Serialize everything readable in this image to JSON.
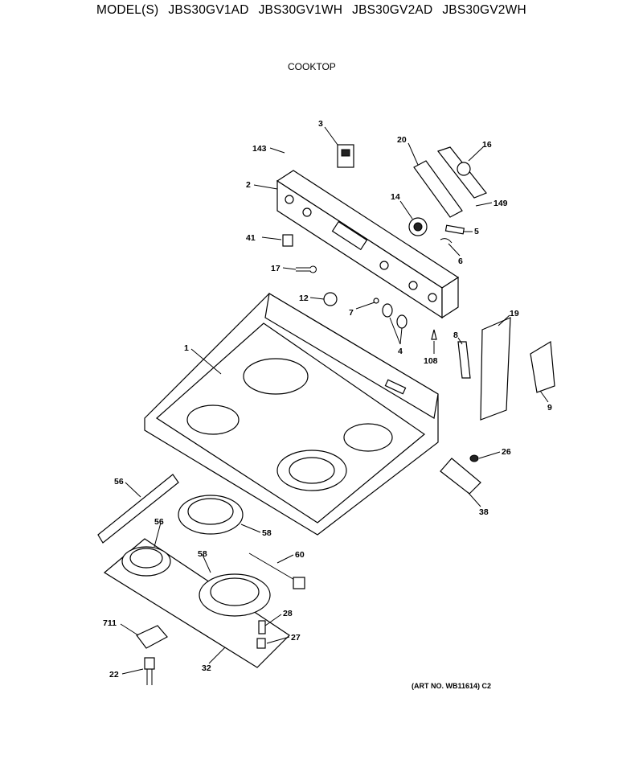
{
  "header": {
    "prefix": "MODEL(S)",
    "models": [
      "JBS30GV1AD",
      "JBS30GV1WH",
      "JBS30GV2AD",
      "JBS30GV2WH"
    ]
  },
  "section_title": "COOKTOP",
  "art_number": "(ART NO. WB11614) C2",
  "labels": {
    "p1": "1",
    "p2": "2",
    "p3": "3",
    "p4": "4",
    "p5": "5",
    "p6": "6",
    "p7": "7",
    "p8": "8",
    "p9": "9",
    "p12": "12",
    "p14": "14",
    "p16": "16",
    "p17": "17",
    "p19": "19",
    "p20": "20",
    "p22": "22",
    "p26": "26",
    "p27": "27",
    "p28": "28",
    "p32": "32",
    "p38": "38",
    "p41": "41",
    "p56a": "56",
    "p56b": "56",
    "p58a": "58",
    "p58b": "58",
    "p60": "60",
    "p108": "108",
    "p143": "143",
    "p149": "149",
    "p711": "711"
  }
}
